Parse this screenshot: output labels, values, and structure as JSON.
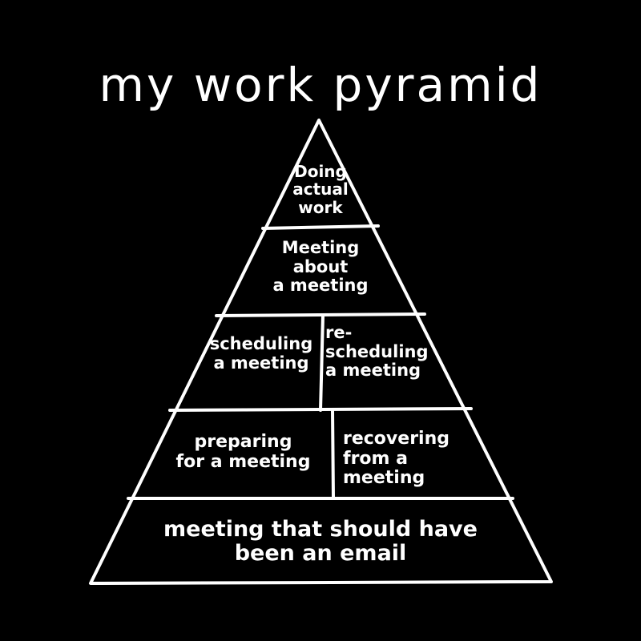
{
  "title": "my work pyramid",
  "colors": {
    "background": "#000000",
    "ink": "#ffffff"
  },
  "pyramid": {
    "tiers": [
      {
        "level": 1,
        "cells": [
          {
            "label": "Doing\nactual\nwork"
          }
        ]
      },
      {
        "level": 2,
        "cells": [
          {
            "label": "Meeting\nabout\na meeting"
          }
        ]
      },
      {
        "level": 3,
        "cells": [
          {
            "label": "scheduling\na meeting"
          },
          {
            "label": "re-\nscheduling\na meeting"
          }
        ]
      },
      {
        "level": 4,
        "cells": [
          {
            "label": "preparing\nfor a meeting"
          },
          {
            "label": "recovering\nfrom a\nmeeting"
          }
        ]
      },
      {
        "level": 5,
        "cells": [
          {
            "label": "meeting that should have\nbeen an email"
          }
        ]
      }
    ]
  }
}
